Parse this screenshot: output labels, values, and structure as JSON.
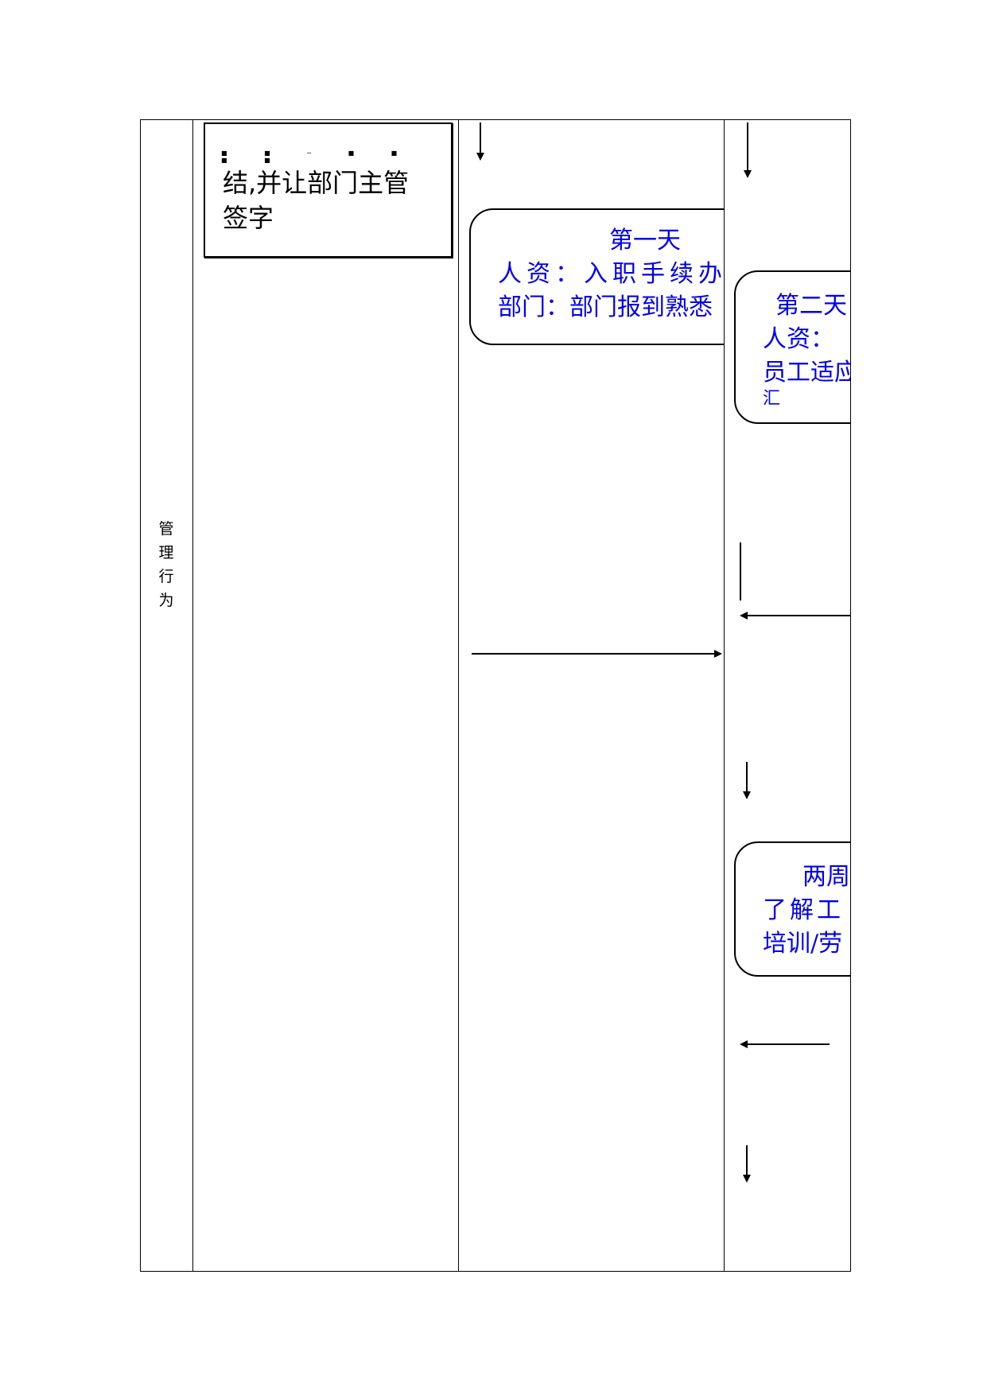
{
  "row_label": [
    "管",
    "理",
    "行",
    "为"
  ],
  "note": {
    "dots": "■ ■ ─ ■ ■ ■ ■",
    "lines": [
      "结,并让部门主管",
      "签字"
    ]
  },
  "day1": {
    "title": "第一天",
    "line1": "人资：入职手续办",
    "line2": "部门：部门报到熟悉"
  },
  "day2": {
    "title": "第二天",
    "line1": "人资：",
    "line2": "员工适应",
    "line3": "汇"
  },
  "twoweeks": {
    "title": "两周",
    "line1": "了解工",
    "line2": "培训/劳"
  },
  "colors": {
    "line": "#000000",
    "text_blue": "#0000ee"
  }
}
